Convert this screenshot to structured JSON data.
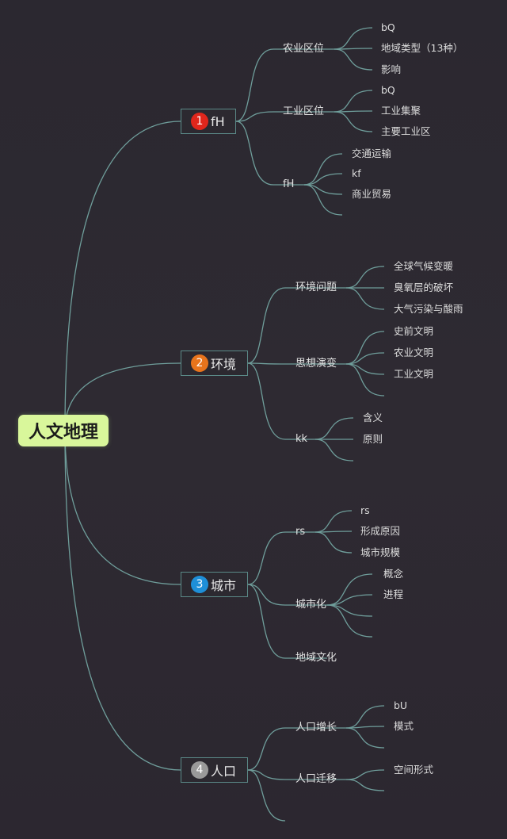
{
  "root": {
    "label": "人文地理"
  },
  "branches": [
    {
      "num": "1",
      "color": "#e0261c",
      "label": "fH",
      "children": [
        {
          "label": "农业区位",
          "items": [
            "bQ",
            "地域类型（13种）",
            "影响"
          ]
        },
        {
          "label": "工业区位",
          "items": [
            "bQ",
            "工业集聚",
            "主要工业区"
          ]
        },
        {
          "label": "fH",
          "items": [
            "交通运输",
            "kf",
            "商业贸易",
            ""
          ]
        }
      ]
    },
    {
      "num": "2",
      "color": "#e8741c",
      "label": "环境",
      "children": [
        {
          "label": "环境问题",
          "items": [
            "全球气候变暖",
            "臭氧层的破坏",
            "大气污染与酸雨"
          ]
        },
        {
          "label": "思想演变",
          "items": [
            "史前文明",
            "农业文明",
            "工业文明",
            ""
          ]
        },
        {
          "label": "kk",
          "items": [
            "含义",
            "原则",
            ""
          ]
        }
      ]
    },
    {
      "num": "3",
      "color": "#1e8fd8",
      "label": "城市",
      "children": [
        {
          "label": "rs",
          "items": [
            "rs",
            "形成原因",
            "城市规模"
          ]
        },
        {
          "label": "城市化",
          "items": [
            "概念",
            "进程",
            "",
            ""
          ]
        },
        {
          "label": "地域文化",
          "items": []
        }
      ]
    },
    {
      "num": "4",
      "color": "#9a9a9a",
      "label": "人口",
      "children": [
        {
          "label": "人口增长",
          "items": [
            "bU",
            "模式",
            ""
          ]
        },
        {
          "label": "人口迁移",
          "items": [
            "空间形式",
            ""
          ]
        },
        {
          "label": "",
          "items": []
        }
      ]
    }
  ]
}
